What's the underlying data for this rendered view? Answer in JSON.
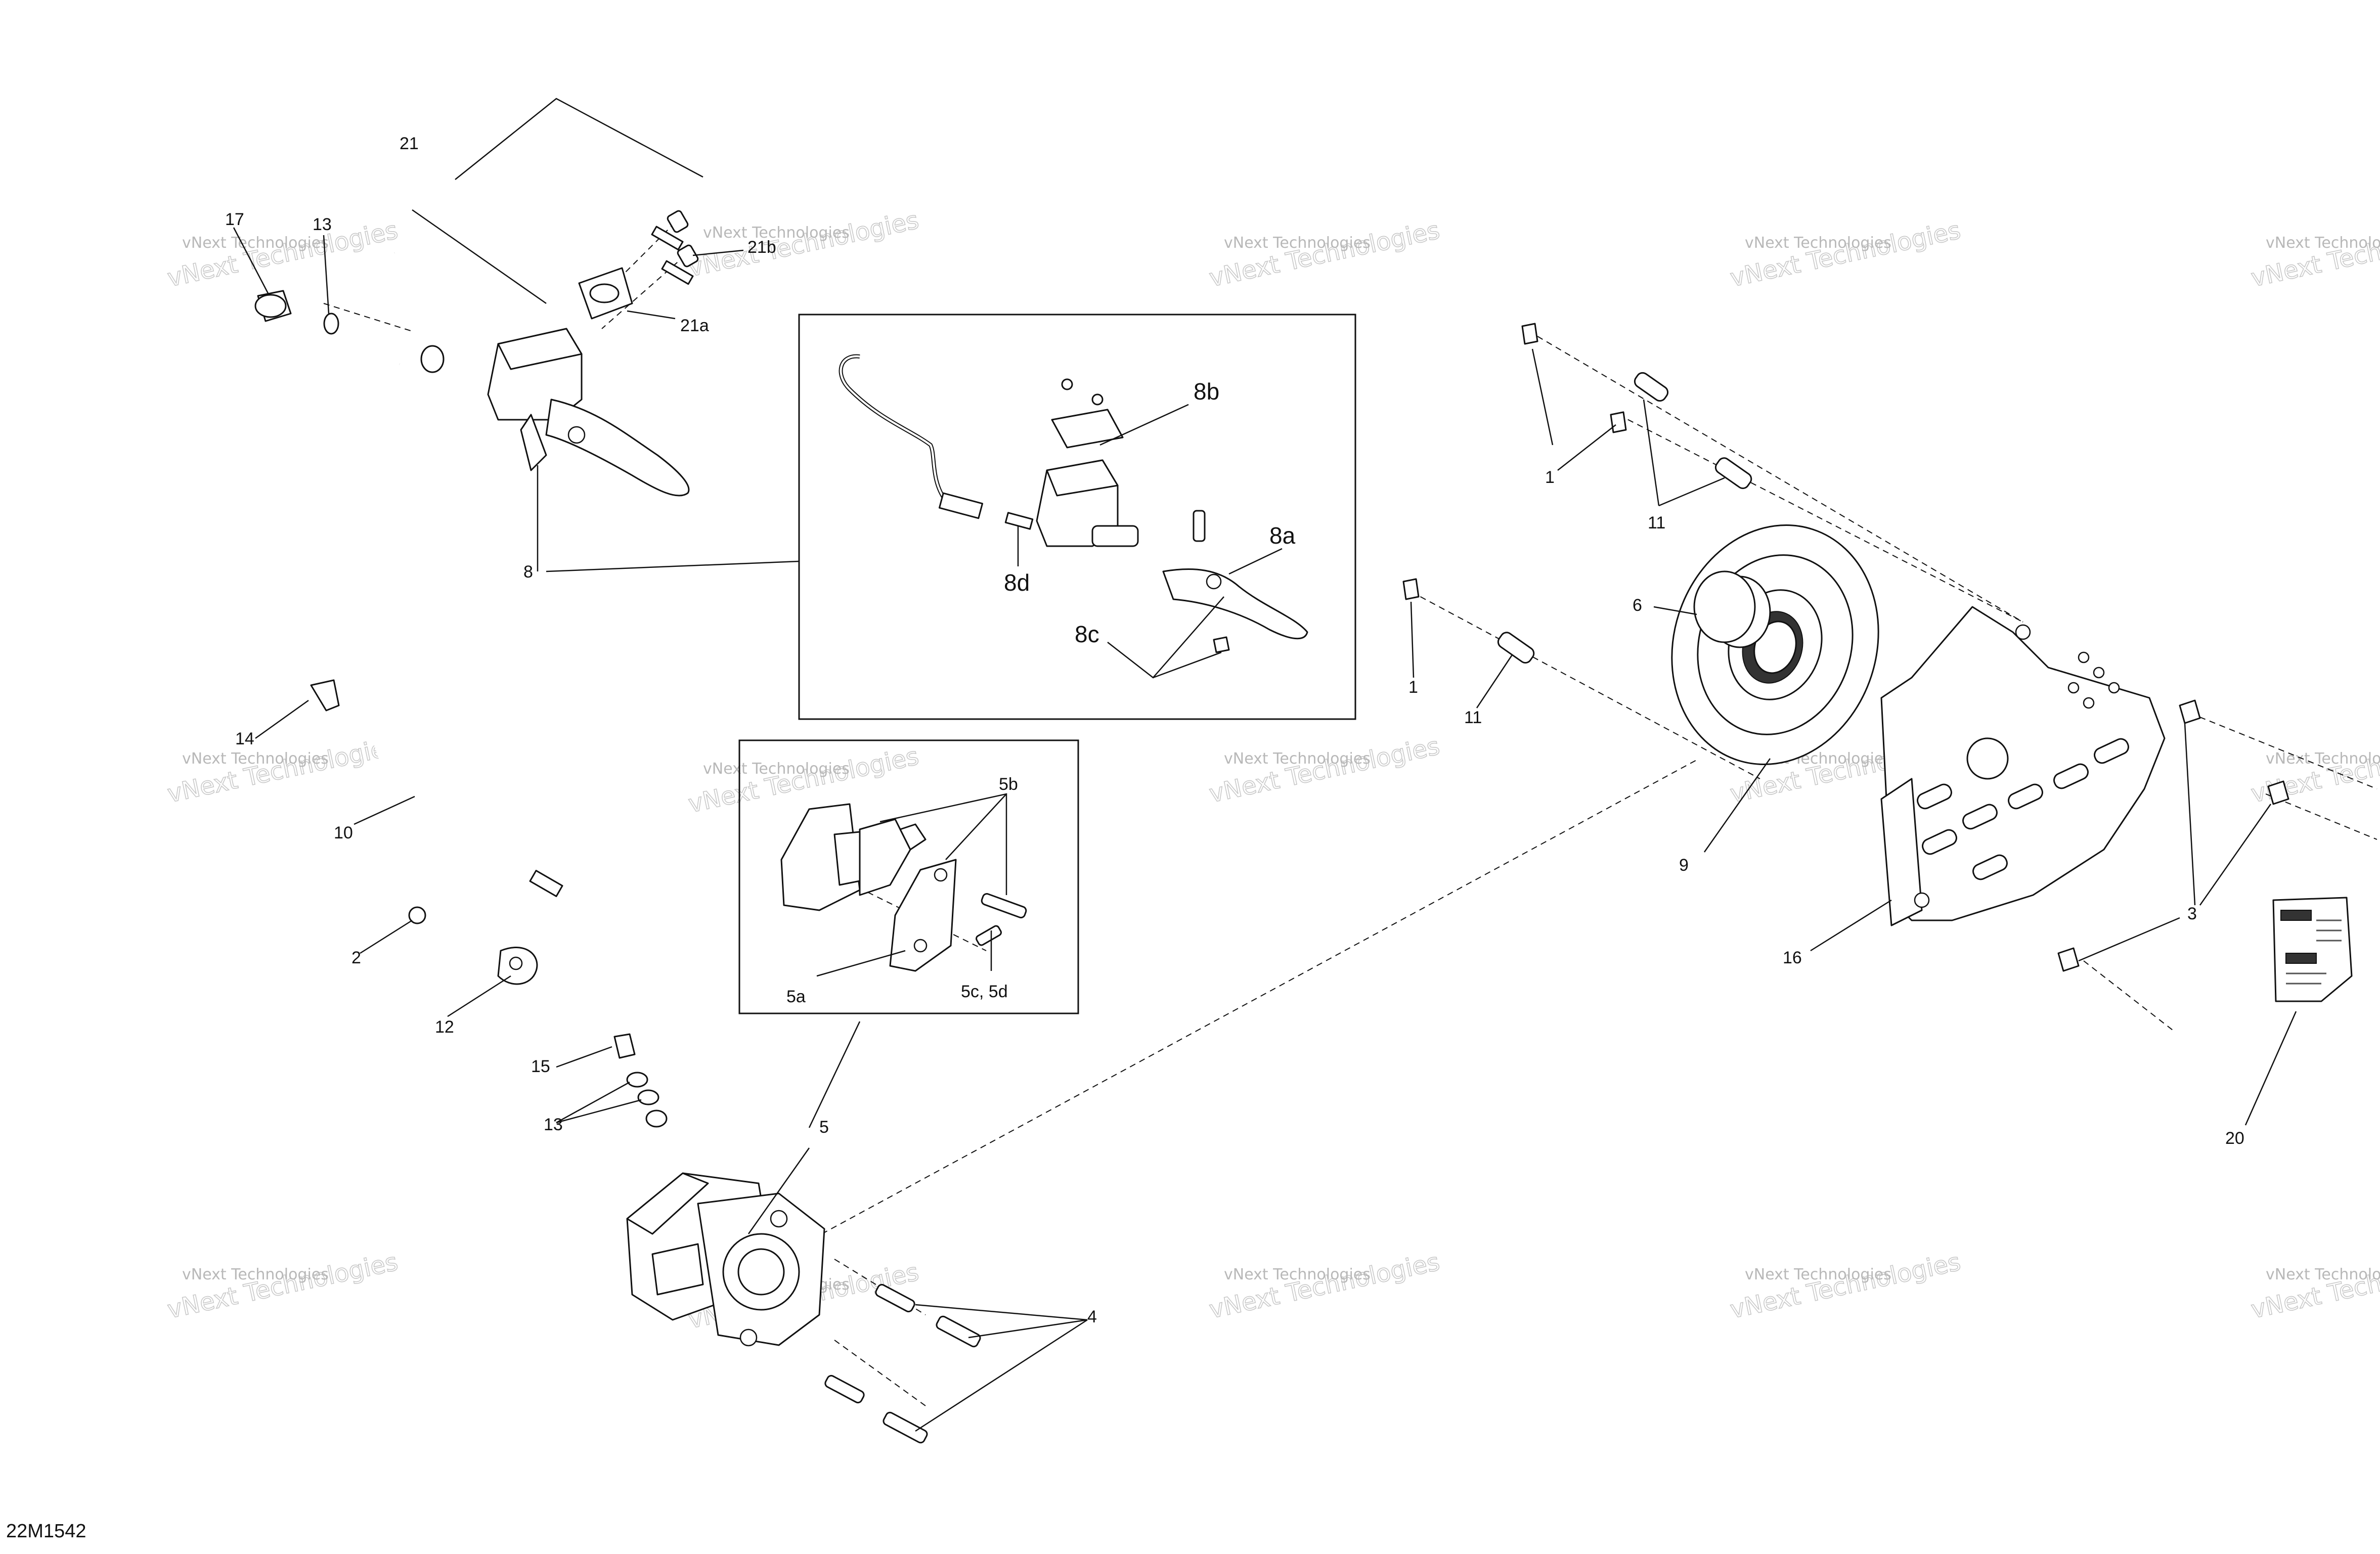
{
  "drawing_code": "22M1542",
  "watermark": {
    "line1": "vNext Technologies",
    "line2": "vNext Technologies"
  },
  "callouts": {
    "c1a": "1",
    "c1b": "1",
    "c2": "2",
    "c3": "3",
    "c4": "4",
    "c5": "5",
    "c5a": "5a",
    "c5b": "5b",
    "c5cd": "5c, 5d",
    "c6": "6",
    "c8": "8",
    "c8a": "8a",
    "c8b": "8b",
    "c8c": "8c",
    "c8d": "8d",
    "c9": "9",
    "c10": "10",
    "c11a": "11",
    "c11b": "11",
    "c12": "12",
    "c13a": "13",
    "c13b": "13",
    "c14": "14",
    "c15": "15",
    "c16": "16",
    "c17": "17",
    "c20": "20",
    "c21": "21",
    "c21a": "21a",
    "c21b": "21b"
  }
}
